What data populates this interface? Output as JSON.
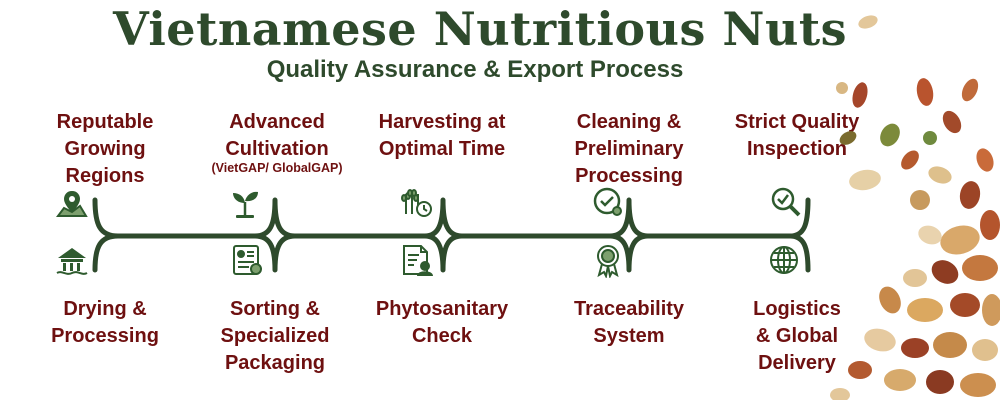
{
  "header": {
    "title": "Vietnamese Nutritious Nuts",
    "subtitle": "Quality Assurance & Export Process"
  },
  "top_steps": [
    {
      "lines": [
        "Reputable",
        "Growing",
        "Regions"
      ],
      "icon": "map-pin-icon"
    },
    {
      "lines": [
        "Advanced",
        "Cultivation"
      ],
      "note": "(VietGAP/ GlobalGAP)",
      "icon": "sprout-icon"
    },
    {
      "lines": [
        "Harvesting at",
        "Optimal Time"
      ],
      "icon": "grain-clock-icon"
    },
    {
      "lines": [
        "Cleaning &",
        "Preliminary",
        "Processing"
      ],
      "icon": "gear-check-icon"
    },
    {
      "lines": [
        "Strict Quality",
        "Inspection"
      ],
      "icon": "magnifier-check-icon"
    }
  ],
  "bottom_steps": [
    {
      "lines": [
        "Drying &",
        "Processing"
      ],
      "icon": "drying-hut-icon"
    },
    {
      "lines": [
        "Sorting &",
        "Specialized",
        "Packaging"
      ],
      "icon": "package-label-icon"
    },
    {
      "lines": [
        "Phytosanitary",
        "Check"
      ],
      "icon": "document-inspector-icon"
    },
    {
      "lines": [
        "Traceability",
        "System"
      ],
      "icon": "award-badge-icon"
    },
    {
      "lines": [
        "Logistics",
        "& Global",
        "Delivery"
      ],
      "icon": "globe-icon"
    }
  ],
  "colors": {
    "title": "#2e4a2c",
    "label": "#6e1010",
    "connector": "#2e4a2c",
    "icon": "#2e5b2e"
  }
}
